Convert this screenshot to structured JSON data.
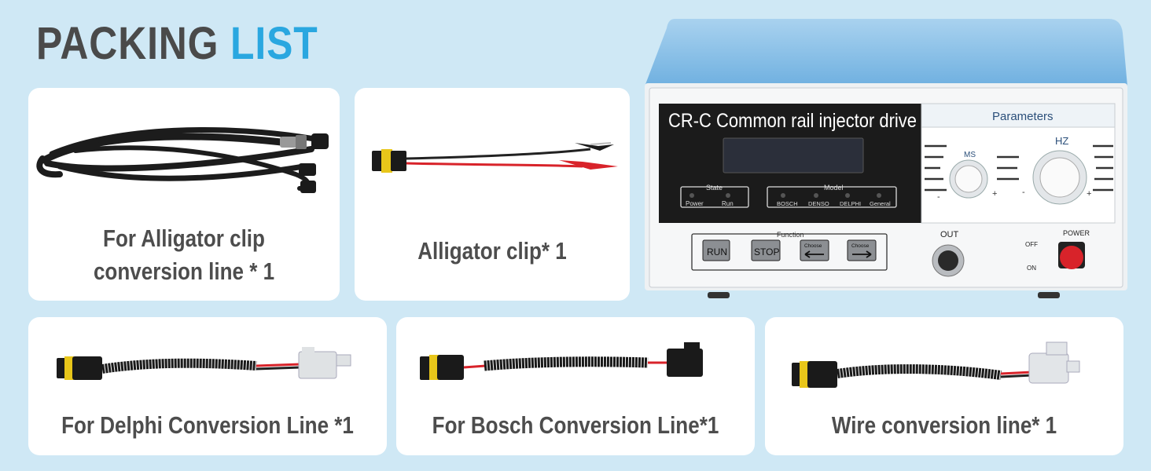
{
  "title": {
    "main": "PACKING",
    "accent": "LIST"
  },
  "items": [
    {
      "label_line1": "For Alligator clip",
      "label_line2": "conversion line * 1"
    },
    {
      "label": "Alligator clip* 1"
    },
    {
      "label": "For Delphi Conversion Line *1"
    },
    {
      "label": "For Bosch Conversion Line*1"
    },
    {
      "label": "Wire conversion line* 1"
    }
  ],
  "device": {
    "name": "CR-C Common rail injector drive",
    "parameters": "Parameters",
    "ms": "MS",
    "hz": "HZ",
    "minus": "-",
    "plus": "+",
    "state": "State",
    "power": "Power",
    "run": "Run",
    "model": "Model",
    "models": [
      "BOSCH",
      "DENSO",
      "DELPHI",
      "General"
    ],
    "function": "Function",
    "btn_run": "RUN",
    "btn_stop": "STOP",
    "btn_choose": "Choose",
    "out": "OUT",
    "power_label": "POWER",
    "off": "OFF",
    "on": "ON"
  },
  "colors": {
    "accent": "#2aa7e0",
    "background": "#cfe8f5",
    "title": "#4a4a4a",
    "label": "#4d4d4d"
  }
}
